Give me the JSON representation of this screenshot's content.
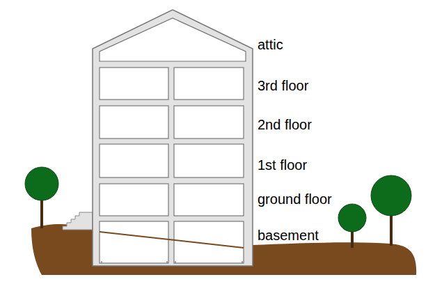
{
  "diagram": {
    "labels": [
      "attic",
      "3rd floor",
      "2nd floor",
      "1st floor",
      "ground floor",
      "basement"
    ]
  }
}
